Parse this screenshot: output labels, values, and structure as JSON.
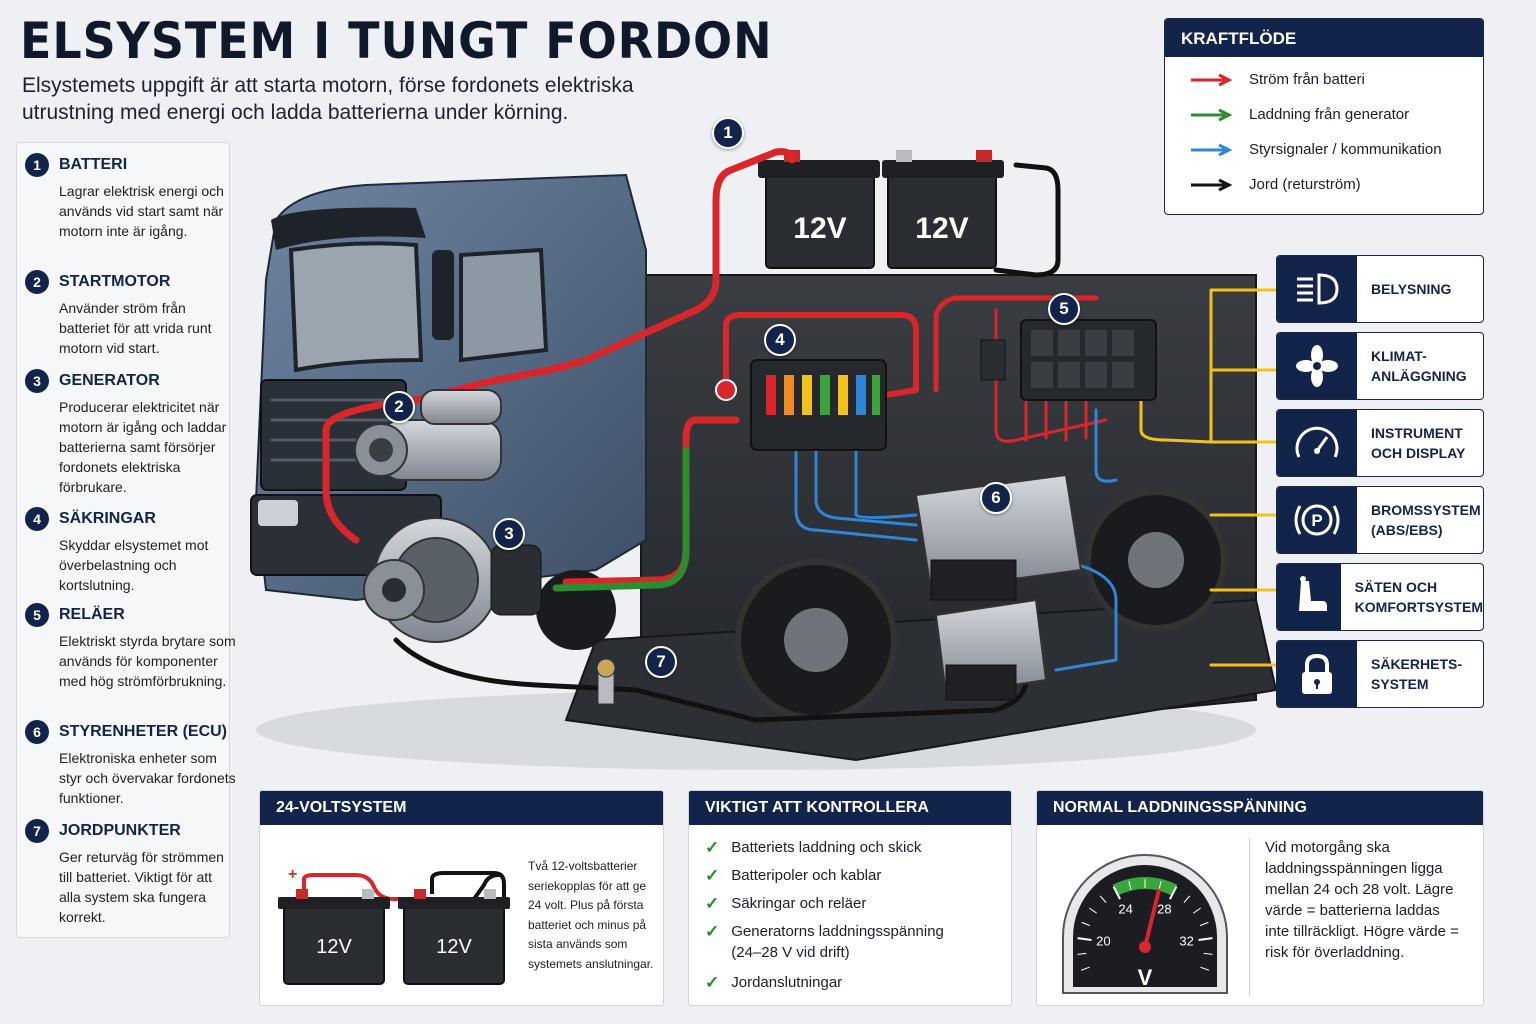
{
  "header": {
    "title": "ELSYSTEM I TUNGT FORDON",
    "subtitle": "Elsystemets uppgift är att starta motorn, förse fordonets elektriska utrustning med energi och ladda batterierna under körning."
  },
  "components": [
    {
      "num": "1",
      "name": "BATTERI",
      "desc": "Lagrar elektrisk energi och används vid start samt när motorn inte är igång."
    },
    {
      "num": "2",
      "name": "STARTMOTOR",
      "desc": "Använder ström från batteriet för att vrida runt motorn vid start."
    },
    {
      "num": "3",
      "name": "GENERATOR",
      "desc": "Producerar elektricitet när motorn är igång och laddar batterierna samt försörjer fordonets elektriska förbrukare."
    },
    {
      "num": "4",
      "name": "SÄKRINGAR",
      "desc": "Skyddar elsystemet mot överbelastning och kortslutning."
    },
    {
      "num": "5",
      "name": "RELÄER",
      "desc": "Elektriskt styrda brytare som används för komponenter med hög strömförbrukning."
    },
    {
      "num": "6",
      "name": "STYRENHETER (ECU)",
      "desc": "Elektroniska enheter som styr och övervakar fordonets funktioner."
    },
    {
      "num": "7",
      "name": "JORDPUNKTER",
      "desc": "Ger returväg för strömmen till batteriet. Viktigt för att alla system ska fungera korrekt."
    }
  ],
  "legend": {
    "title": "KRAFTFLÖDE",
    "items": [
      {
        "label": "Ström från batteri",
        "color": "#d8262a"
      },
      {
        "label": "Laddning från generator",
        "color": "#2e8b2e"
      },
      {
        "label": "Styrsignaler / kommunikation",
        "color": "#2f86d6"
      },
      {
        "label": "Jord (returström)",
        "color": "#111111"
      }
    ]
  },
  "consumers": [
    {
      "label": "BELYSNING",
      "icon": "headlight-icon"
    },
    {
      "label": "KLIMAT-\nANLÄGGNING",
      "icon": "fan-icon"
    },
    {
      "label": "INSTRUMENT\nOCH DISPLAY",
      "icon": "gauge-icon"
    },
    {
      "label": "BROMSSYSTEM\n(ABS/EBS)",
      "icon": "parking-brake-icon"
    },
    {
      "label": "SÄTEN OCH\nKOMFORTSYSTEM",
      "icon": "seat-icon"
    },
    {
      "label": "SÄKERHETS-\nSYSTEM",
      "icon": "lock-icon"
    }
  ],
  "diagram": {
    "battery_label_1": "12V",
    "battery_label_2": "12V",
    "bubbles": [
      "1",
      "2",
      "3",
      "4",
      "5",
      "6",
      "7"
    ]
  },
  "volt_box": {
    "title": "24-VOLTSYSTEM",
    "battery_1": "12V",
    "battery_2": "12V",
    "text": "Två 12-voltsbatterier seriekopplas för att ge 24 volt. Plus på första batteriet och minus på sista används som systemets anslutningar."
  },
  "check_box": {
    "title": "VIKTIGT ATT KONTROLLERA",
    "items": [
      "Batteriets laddning och skick",
      "Batteripoler och kablar",
      "Säkringar och reläer",
      "Generatorns laddningsspänning (24–28 V vid drift)",
      "Jordanslutningar"
    ]
  },
  "charge_box": {
    "title": "NORMAL LADDNINGSSPÄNNING",
    "gauge": {
      "ticks": [
        "20",
        "24",
        "28",
        "32"
      ],
      "unit": "V",
      "needle_value": 27,
      "min": 18,
      "max": 34,
      "green_range": [
        24,
        28
      ]
    },
    "text": "Vid motorgång ska laddningsspänningen ligga mellan 24 och 28 volt. Lägre värde = batterierna laddas inte tillräckligt. Högre värde = risk för överladdning."
  },
  "colors": {
    "navy": "#13244a",
    "wire_yellow": "#f2c21b"
  }
}
